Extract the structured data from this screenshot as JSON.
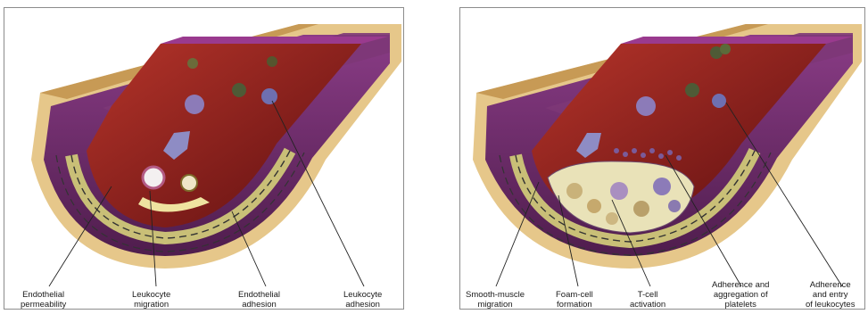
{
  "panels": [
    {
      "labels": [
        {
          "line1": "Endothelial",
          "line2": "permeability"
        },
        {
          "line1": "Leukocyte",
          "line2": "migration"
        },
        {
          "line1": "Endothelial",
          "line2": "adhesion"
        },
        {
          "line1": "Leukocyte",
          "line2": "adhesion"
        }
      ]
    },
    {
      "labels": [
        {
          "line1": "Smooth-muscle",
          "line2": "migration"
        },
        {
          "line1": "Foam-cell",
          "line2": "formation"
        },
        {
          "line1": "T-cell",
          "line2": "activation"
        },
        {
          "line1": "Adherence and",
          "line2": "aggregation of",
          "line3": "platelets"
        },
        {
          "line1": "Adherence",
          "line2": "and entry",
          "line3": "of leukocytes"
        }
      ]
    }
  ],
  "colors": {
    "blood": "#8e1f1b",
    "muscle": "#6e2a6a",
    "intima": "#c8c07a",
    "adventitia": "#e8c98a",
    "plaque": "#e9e2b8"
  }
}
